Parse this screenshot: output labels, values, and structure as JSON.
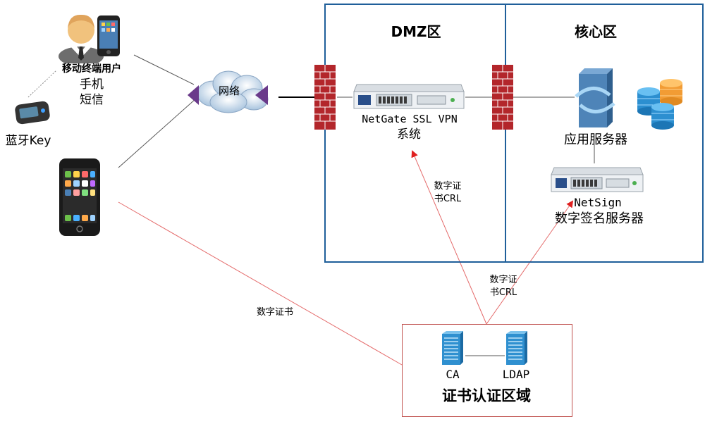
{
  "zones": {
    "dmz_title": "DMZ区",
    "core_title": "核心区",
    "cert_title": "证书认证区域"
  },
  "mobile": {
    "user_label": "移动终端用户",
    "phone_label": "手机",
    "sms_label": "短信",
    "bt_key_label": "蓝牙Key"
  },
  "network": {
    "label": "网络"
  },
  "vpn": {
    "line1": "NetGate SSL VPN",
    "line2": "系统"
  },
  "app_server": {
    "label": "应用服务器"
  },
  "netsign": {
    "line1": "NetSign",
    "line2": "数字签名服务器"
  },
  "ca": {
    "label": "CA"
  },
  "ldap": {
    "label": "LDAP"
  },
  "edges": {
    "cert_to_vpn_l1": "数字证",
    "cert_to_vpn_l2": "书CRL",
    "cert_to_netsign_l1": "数字证",
    "cert_to_netsign_l2": "书CRL",
    "cert_to_phone": "数字证书"
  },
  "colors": {
    "zone_border_blue": "#1f5f9a",
    "cert_border_red": "#c0504d",
    "red_link": "#e46a6a",
    "firewall_red": "#b3262b",
    "server_blue": "#2f90d0"
  }
}
